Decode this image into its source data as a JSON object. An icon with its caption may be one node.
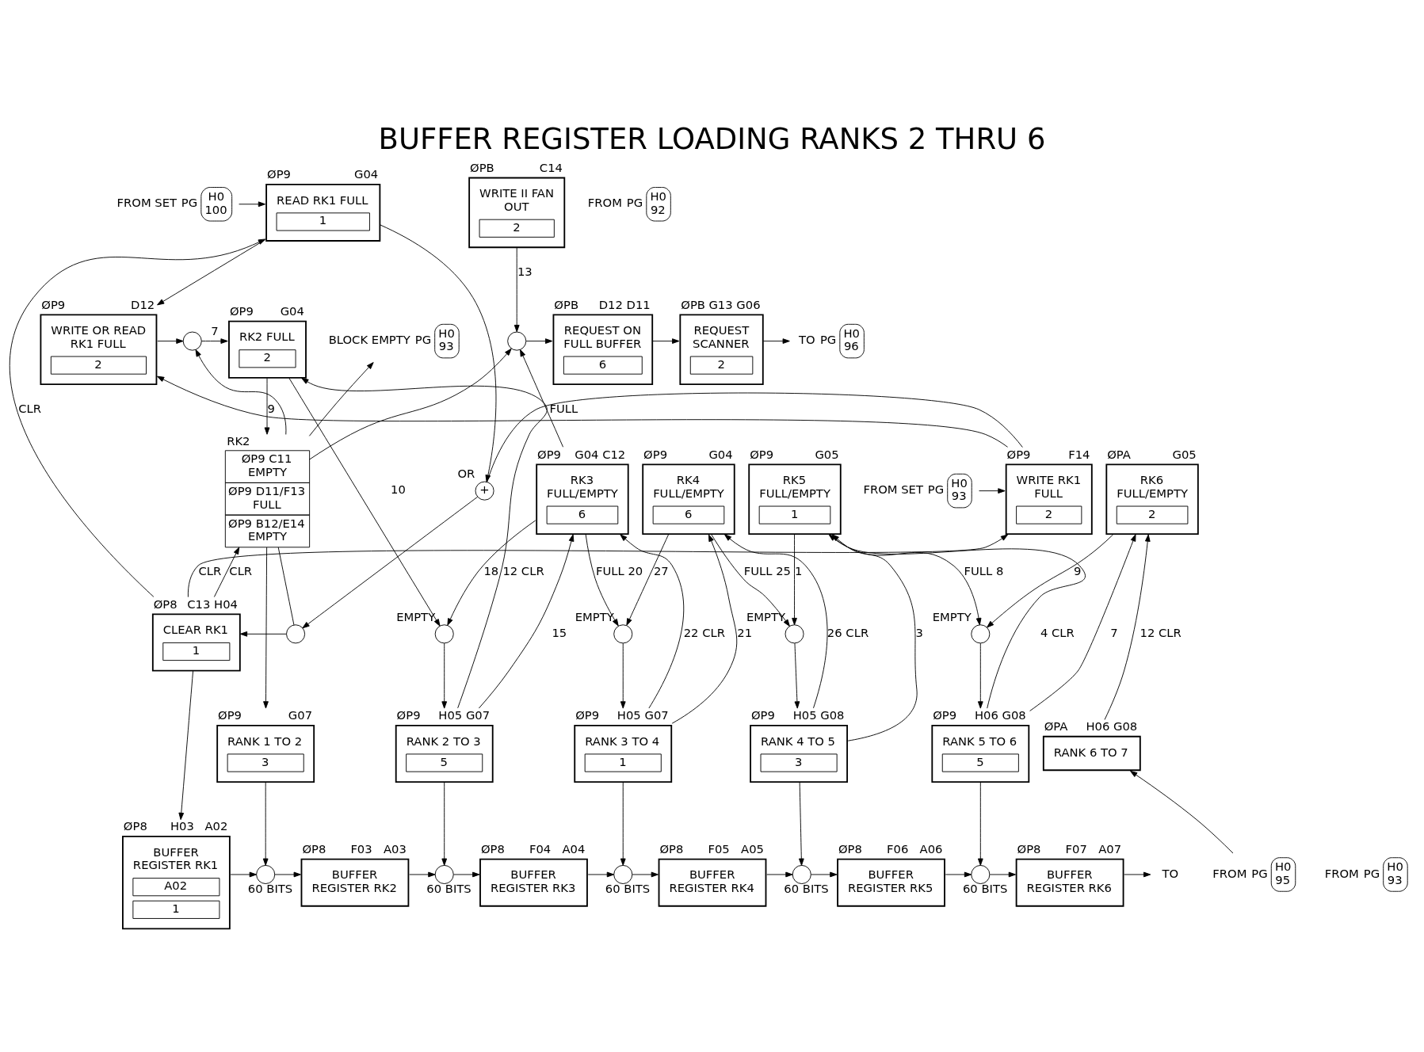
{
  "diagram": {
    "title": "BUFFER REGISTER LOADING RANKS 2 THRU 6",
    "nodes": [
      {
        "text": [
          "READ RK1 FULL",
          "1"
        ],
        "beside": [
          "ØP9",
          "G04"
        ]
      },
      {
        "text": [
          "H0 100"
        ],
        "beside": [
          "FROM SET",
          "PG"
        ]
      },
      {
        "text": [
          "WRITE II FAN OUT",
          "2"
        ],
        "beside": [
          "ØPB",
          "C14"
        ]
      },
      {
        "text": [
          "H0 92"
        ],
        "beside": [
          "FROM",
          "PG"
        ]
      },
      {
        "text": [
          "WRITE OR READ RK1 FULL",
          "2"
        ],
        "beside": [
          "ØP9",
          "D12"
        ]
      },
      {
        "text": [
          "RK2 FULL",
          "2"
        ],
        "beside": [
          "ØP9",
          "G04"
        ]
      },
      {
        "text": [],
        "shape": "circle"
      },
      {
        "text": [
          "H0 93"
        ],
        "beside": [
          "BLOCK EMPTY",
          "PG"
        ]
      },
      {
        "text": [],
        "shape": "circle"
      },
      {
        "text": [
          "REQUEST ON FULL BUFFER",
          "6"
        ],
        "beside": [
          "ØPB",
          "D12 D11"
        ]
      },
      {
        "text": [
          "REQUEST SCANNER",
          "2"
        ],
        "beside": [
          "ØPB",
          "G13 G06"
        ]
      },
      {
        "text": [
          "H0 96"
        ],
        "beside": [
          "TO",
          "PG"
        ]
      },
      {
        "text": [
          "H0 93"
        ],
        "beside": [
          "FROM SET",
          "PG"
        ]
      },
      {
        "text": [
          "WRITE RK1 FULL",
          "2"
        ],
        "beside": [
          "ØP9",
          "F14"
        ]
      },
      {
        "text": [
          "+"
        ],
        "beside": [
          "OR"
        ]
      },
      {
        "text": [
          "ØP9 C11",
          "EMPTY",
          "ØP9 D11/F13",
          "FULL",
          "ØP9 B12/E14",
          "EMPTY"
        ],
        "beside": [
          "RK2"
        ]
      },
      {
        "text": [
          "CLEAR RK1",
          "1"
        ],
        "beside": [
          "ØP8",
          "C13 H04"
        ]
      },
      {
        "text": [],
        "shape": "circle"
      },
      {
        "text": [
          "RK3 FULL/EMPTY",
          "6"
        ],
        "beside": [
          "ØP9",
          "G04 C12"
        ]
      },
      {
        "text": [
          "RK4 FULL/EMPTY",
          "6"
        ],
        "beside": [
          "ØP9",
          "G04"
        ]
      },
      {
        "text": [
          "RK5 FULL/EMPTY",
          "1"
        ],
        "beside": [
          "ØP9",
          "G05"
        ]
      },
      {
        "text": [
          "RK6 FULL/EMPTY",
          "2"
        ],
        "beside": [
          "ØPA",
          "G05"
        ]
      },
      {
        "text": [],
        "shape": "circle",
        "beside": [
          "EMPTY"
        ]
      },
      {
        "text": [],
        "shape": "circle",
        "beside": [
          "EMPTY"
        ]
      },
      {
        "text": [],
        "shape": "circle",
        "beside": [
          "EMPTY"
        ]
      },
      {
        "text": [],
        "shape": "circle",
        "beside": [
          "EMPTY"
        ]
      },
      {
        "text": [
          "RANK 1 TO 2",
          "3"
        ],
        "beside": [
          "ØP9",
          "G07"
        ]
      },
      {
        "text": [
          "RANK 2 TO 3",
          "5"
        ],
        "beside": [
          "ØP9",
          "H05 G07"
        ]
      },
      {
        "text": [
          "RANK 3 TO 4",
          "1"
        ],
        "beside": [
          "ØP9",
          "H05 G07"
        ]
      },
      {
        "text": [
          "RANK 4 TO 5",
          "3"
        ],
        "beside": [
          "ØP9",
          "H05 G08"
        ]
      },
      {
        "text": [
          "RANK 5 TO 6",
          "5"
        ],
        "beside": [
          "ØP9",
          "H06 G08"
        ]
      },
      {
        "text": [
          "RANK 6 TO 7"
        ],
        "beside": [
          "ØPA",
          "H06 G08"
        ]
      },
      {
        "text": [
          "BUFFER REGISTER RK1",
          "A02",
          "1"
        ],
        "beside": [
          "ØP8",
          "H03",
          "A02"
        ]
      },
      {
        "text": [
          "BUFFER REGISTER RK2"
        ],
        "beside": [
          "ØP8",
          "F03",
          "A03"
        ]
      },
      {
        "text": [
          "BUFFER REGISTER RK3"
        ],
        "beside": [
          "ØP8",
          "F04",
          "A04"
        ]
      },
      {
        "text": [
          "BUFFER REGISTER RK4"
        ],
        "beside": [
          "ØP8",
          "F05",
          "A05"
        ]
      },
      {
        "text": [
          "BUFFER REGISTER RK5"
        ],
        "beside": [
          "ØP8",
          "F06",
          "A06"
        ]
      },
      {
        "text": [
          "BUFFER REGISTER RK6"
        ],
        "beside": [
          "ØP8",
          "F07",
          "A07"
        ]
      },
      {
        "text": [
          "H0 93"
        ],
        "beside": [
          "FROM",
          "PG"
        ]
      },
      {
        "text": [],
        "shape": "circle",
        "beside": [
          "60 BITS"
        ]
      },
      {
        "text": [],
        "shape": "circle",
        "beside": [
          "60 BITS"
        ]
      },
      {
        "text": [],
        "shape": "circle",
        "beside": [
          "60 BITS"
        ]
      },
      {
        "text": [],
        "shape": "circle",
        "beside": [
          "60 BITS"
        ]
      },
      {
        "text": [],
        "shape": "circle",
        "beside": [
          "60 BITS"
        ]
      },
      {
        "text": [
          "H0 95"
        ],
        "beside": [
          "FROM",
          "PG"
        ]
      },
      {
        "text": [
          "TO"
        ]
      }
    ],
    "edges": [
      {
        "from": 1,
        "to": 0,
        "arrow": "to"
      },
      {
        "from": 16,
        "to": 0,
        "label": "CLR",
        "arrow": "to"
      },
      {
        "from": 16,
        "to": 13,
        "label": "CLR",
        "arrow": "to"
      },
      {
        "from": 12,
        "to": 13,
        "arrow": "to"
      },
      {
        "from": 0,
        "to": 4,
        "arrow": "to"
      },
      {
        "from": 13,
        "to": 4,
        "arrow": "to"
      },
      {
        "from": 0,
        "to": 14,
        "arrow": "to"
      },
      {
        "from": 13,
        "to": 14,
        "arrow": "none"
      },
      {
        "from": 14,
        "to": 17,
        "arrow": "to"
      },
      {
        "from": 17,
        "to": 16,
        "arrow": "to"
      },
      {
        "from": 15,
        "to": 17,
        "arrow": "none"
      },
      {
        "from": 4,
        "to": 6,
        "arrow": "to"
      },
      {
        "from": 6,
        "to": 5,
        "label": "7",
        "arrow": "to"
      },
      {
        "from": 15,
        "to": 6,
        "arrow": "to"
      },
      {
        "from": 16,
        "to": 15,
        "label": "CLR",
        "arrow": "to"
      },
      {
        "from": 5,
        "to": 15,
        "label": "9",
        "arrow": "to"
      },
      {
        "from": 27,
        "to": 5,
        "label": "12 CLR",
        "arrow": "to"
      },
      {
        "from": 15,
        "to": 26,
        "arrow": "to"
      },
      {
        "from": 15,
        "to": 7,
        "arrow": "to"
      },
      {
        "from": 15,
        "to": 8,
        "arrow": "to"
      },
      {
        "from": 5,
        "to": 22,
        "label": "10",
        "arrow": "to"
      },
      {
        "from": 2,
        "to": 8,
        "label": "13",
        "arrow": "to"
      },
      {
        "from": 8,
        "to": 9,
        "arrow": "to"
      },
      {
        "from": 9,
        "to": 10,
        "arrow": "to"
      },
      {
        "from": 10,
        "to": 11,
        "arrow": "to"
      },
      {
        "from": 18,
        "to": 8,
        "label": "FULL",
        "arrow": "to"
      },
      {
        "from": 18,
        "to": 22,
        "label": "18",
        "arrow": "to"
      },
      {
        "from": 18,
        "to": 23,
        "label": "FULL 20",
        "arrow": "to"
      },
      {
        "from": 19,
        "to": 23,
        "label": "27",
        "arrow": "to"
      },
      {
        "from": 19,
        "to": 24,
        "label": "FULL 25",
        "arrow": "to"
      },
      {
        "from": 20,
        "to": 24,
        "label": "1",
        "arrow": "to"
      },
      {
        "from": 20,
        "to": 25,
        "label": "FULL 8",
        "arrow": "to"
      },
      {
        "from": 21,
        "to": 25,
        "label": "9",
        "arrow": "to"
      },
      {
        "from": 22,
        "to": 27,
        "arrow": "to"
      },
      {
        "from": 23,
        "to": 28,
        "arrow": "to"
      },
      {
        "from": 24,
        "to": 29,
        "arrow": "to"
      },
      {
        "from": 25,
        "to": 30,
        "arrow": "to"
      },
      {
        "from": 27,
        "to": 18,
        "label": "15",
        "arrow": "to"
      },
      {
        "from": 28,
        "to": 18,
        "label": "22 CLR",
        "arrow": "to"
      },
      {
        "from": 28,
        "to": 19,
        "label": "21",
        "arrow": "to"
      },
      {
        "from": 29,
        "to": 19,
        "label": "26 CLR",
        "arrow": "to"
      },
      {
        "from": 29,
        "to": 20,
        "label": "3",
        "arrow": "to"
      },
      {
        "from": 30,
        "to": 20,
        "label": "4 CLR",
        "arrow": "to"
      },
      {
        "from": 30,
        "to": 21,
        "label": "7",
        "arrow": "to"
      },
      {
        "from": 31,
        "to": 21,
        "label": "12 CLR",
        "arrow": "to"
      },
      {
        "from": 16,
        "to": 32,
        "arrow": "to"
      },
      {
        "from": 32,
        "to": 39,
        "arrow": "to"
      },
      {
        "from": 26,
        "to": 39,
        "arrow": "to"
      },
      {
        "from": 39,
        "to": 33,
        "arrow": "to"
      },
      {
        "from": 33,
        "to": 40,
        "arrow": "to"
      },
      {
        "from": 27,
        "to": 40,
        "arrow": "to"
      },
      {
        "from": 40,
        "to": 34,
        "arrow": "to"
      },
      {
        "from": 34,
        "to": 41,
        "arrow": "to"
      },
      {
        "from": 28,
        "to": 41,
        "arrow": "to"
      },
      {
        "from": 41,
        "to": 35,
        "arrow": "to"
      },
      {
        "from": 35,
        "to": 42,
        "arrow": "to"
      },
      {
        "from": 29,
        "to": 42,
        "arrow": "to"
      },
      {
        "from": 42,
        "to": 36,
        "arrow": "to"
      },
      {
        "from": 36,
        "to": 43,
        "arrow": "to"
      },
      {
        "from": 30,
        "to": 43,
        "arrow": "to"
      },
      {
        "from": 43,
        "to": 37,
        "arrow": "to"
      },
      {
        "from": 37,
        "to": 45,
        "arrow": "to"
      },
      {
        "from": 44,
        "to": 31,
        "arrow": "to"
      }
    ]
  }
}
